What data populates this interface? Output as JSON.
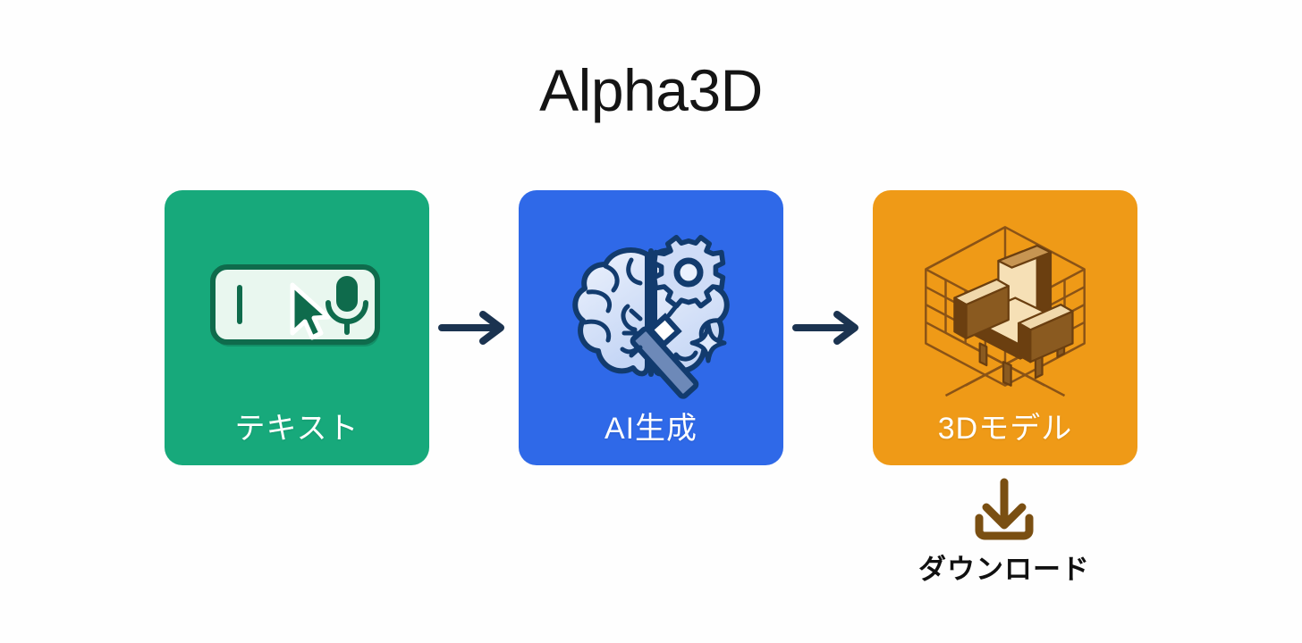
{
  "page": {
    "title": "Alpha3D",
    "background_color": "#fefefe"
  },
  "flow": {
    "steps": [
      {
        "id": "text",
        "label": "テキスト",
        "icon": "text-input-mic-icon",
        "color": "#17a97b",
        "label_color": "#ffffff"
      },
      {
        "id": "ai",
        "label": "AI生成",
        "icon": "brain-gear-wand-icon",
        "color": "#2f69e8",
        "label_color": "#ffffff"
      },
      {
        "id": "model",
        "label": "3Dモデル",
        "icon": "armchair-3d-room-icon",
        "color": "#ef9a17",
        "label_color": "#ffffff"
      }
    ],
    "connectors": [
      {
        "icon": "arrow-right-icon",
        "color": "#1b3350"
      },
      {
        "icon": "arrow-right-icon",
        "color": "#1b3350"
      }
    ]
  },
  "download": {
    "label": "ダウンロード",
    "icon": "download-icon",
    "icon_color": "#7a4f12",
    "label_color": "#101010"
  }
}
